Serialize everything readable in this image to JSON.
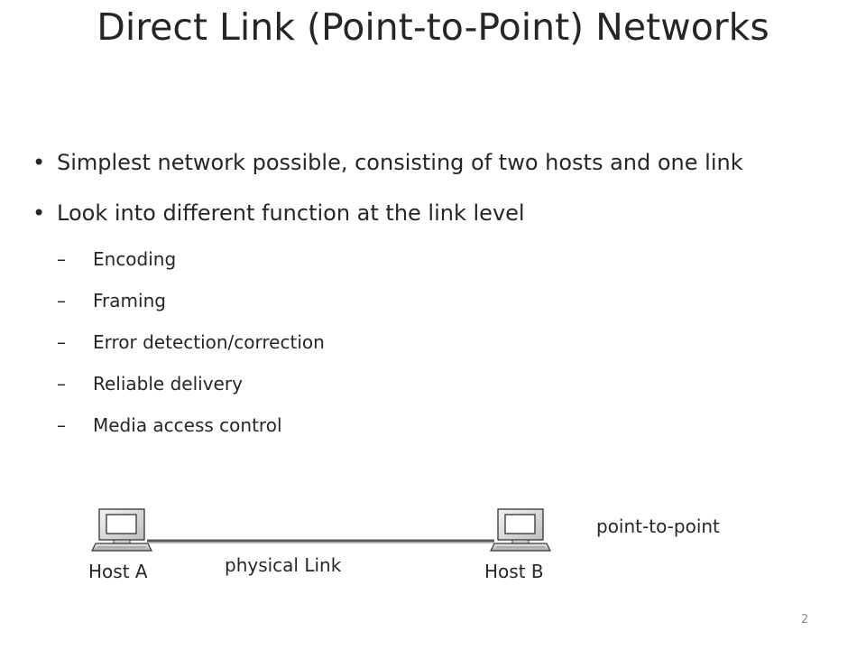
{
  "slide": {
    "title": "Direct Link (Point-to-Point) Networks",
    "bullets": [
      {
        "text": "Simplest network possible, consisting of two hosts and one link"
      },
      {
        "text": "Look into different function at the link level",
        "subitems": [
          "Encoding",
          "Framing",
          "Error detection/correction",
          "Reliable delivery",
          "Media access control"
        ]
      }
    ],
    "diagram": {
      "host_a_label": "Host A",
      "host_b_label": "Host B",
      "link_label": "physical Link",
      "topology_label": "point-to-point",
      "host_a_icon": "computer-icon",
      "host_b_icon": "computer-icon"
    },
    "page_number": "2",
    "bullet_marker": "•",
    "dash_marker": "–"
  }
}
